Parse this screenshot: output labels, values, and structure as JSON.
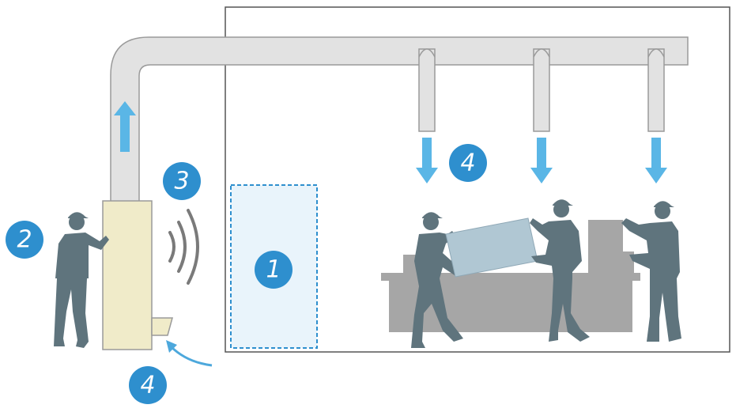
{
  "badges": {
    "zone": "1",
    "operator": "2",
    "noise": "3",
    "supply_hood": "4",
    "intake": "4"
  },
  "colors": {
    "accent_blue": "#2e8fce",
    "arrow_blue": "#5ab6e6",
    "person_gray": "#5f747d",
    "duct_fill": "#e2e2e2",
    "duct_stroke": "#9a9a9a",
    "unit_fill": "#f0ebc9",
    "zone_fill": "#e9f4fb",
    "table_gray": "#a6a6a6",
    "panel_fill": "#b0c7d3"
  },
  "icons": [
    "up-arrow-icon",
    "down-arrow-icon",
    "sound-wave-icon",
    "curved-arrow-icon",
    "person-icon"
  ]
}
